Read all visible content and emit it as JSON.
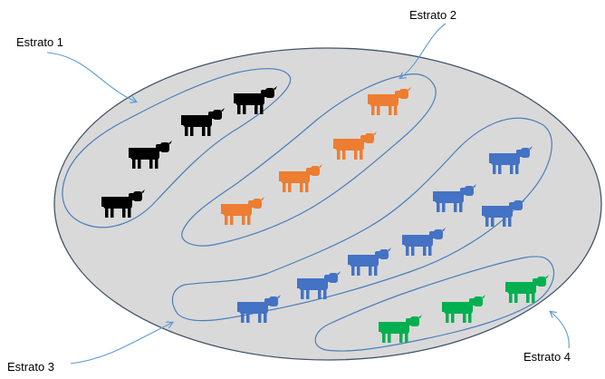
{
  "diagram": {
    "strata": [
      {
        "label": "Estrato 1",
        "cow_color": "#000000",
        "cow_count": 4
      },
      {
        "label": "Estrato 2",
        "cow_color": "#ED7D31",
        "cow_count": 4
      },
      {
        "label": "Estrato 3",
        "cow_color": "#4472C4",
        "cow_count": 7
      },
      {
        "label": "Estrato 4",
        "cow_color": "#00B050",
        "cow_count": 3
      }
    ],
    "population_fill": "#D9D9D9",
    "outline_color": "#44546A",
    "stratum_outline_color": "#4A7EBB"
  }
}
